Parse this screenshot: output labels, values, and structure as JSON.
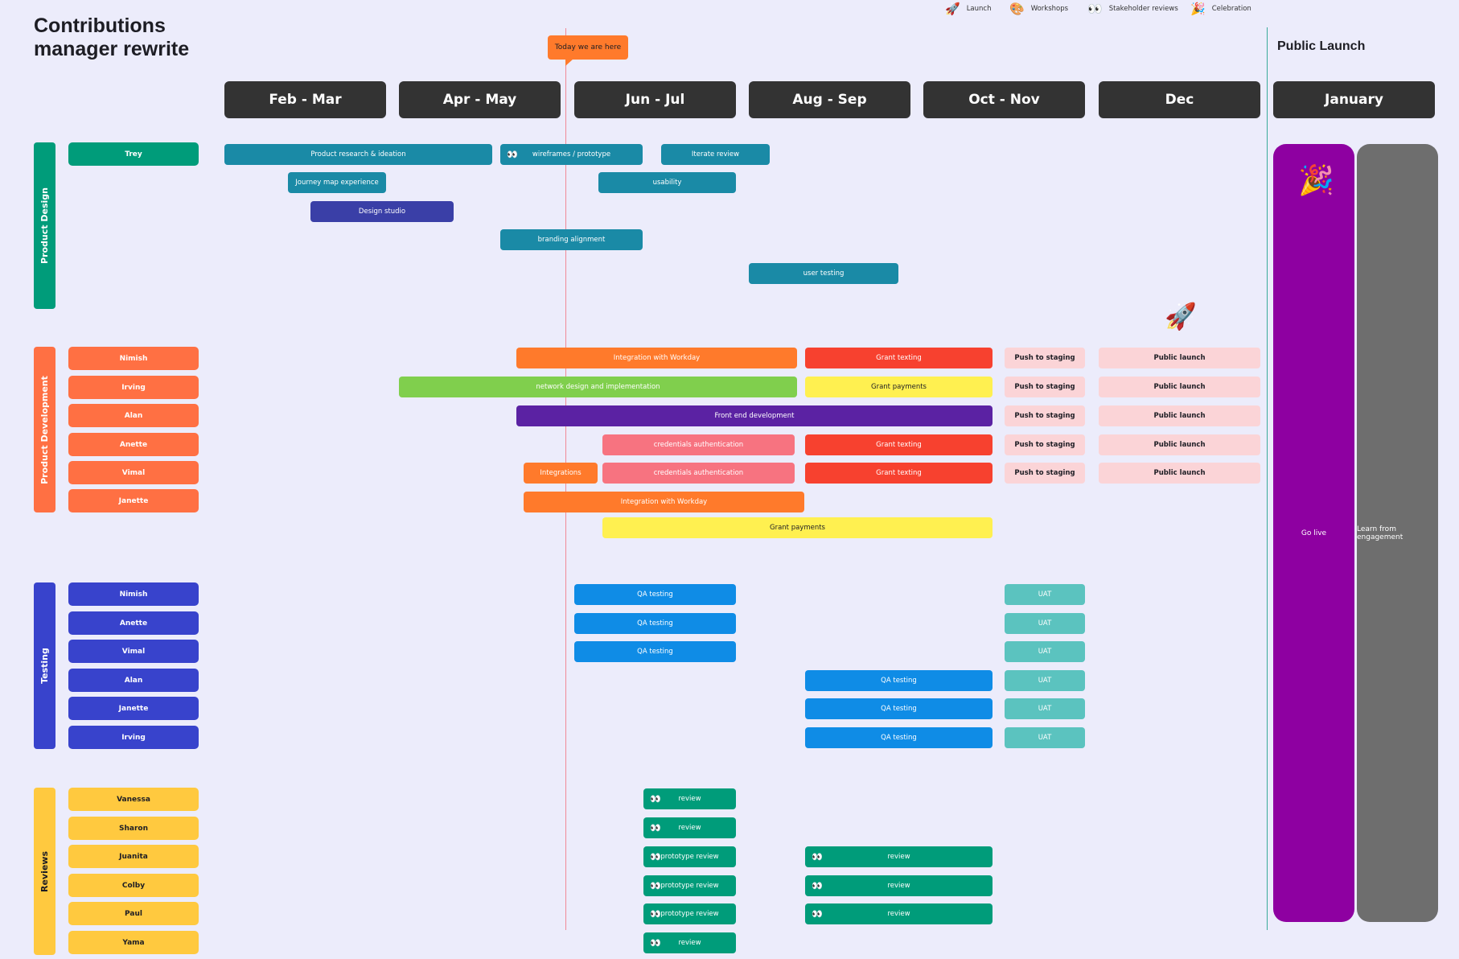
{
  "title_line1": "Contributions",
  "title_line2": "manager rewrite",
  "today_label": "Today we are here",
  "public_launch": "Public Launch",
  "colors": {
    "teal": "#1a8aa6",
    "indigo": "#3a3fa7",
    "orange": "#ff7a2b",
    "red": "#f7412f",
    "green": "#80cf4d",
    "purple": "#5b22a3",
    "pink": "#f77380",
    "yellow": "#fff050",
    "light_pink": "#fbd4d7",
    "blue": "#0f8ce6",
    "mint": "#5bc3bf",
    "green_review": "#009c7a",
    "launch_purple": "#8e00a1",
    "grey": "#6e6e6e"
  },
  "legend": [
    {
      "icon": "rocket-icon",
      "label": "Launch"
    },
    {
      "icon": "palette-icon",
      "label": "Workshops"
    },
    {
      "icon": "eyes-icon",
      "label": "Stakeholder reviews"
    },
    {
      "icon": "party-popper-icon",
      "label": "Celebration"
    }
  ],
  "months": [
    "Feb - Mar",
    "Apr - May",
    "Jun - Jul",
    "Aug - Sep",
    "Oct - Nov",
    "Dec",
    "January"
  ],
  "lanes": {
    "design": "Product Design",
    "development": "Product Development",
    "testing": "Testing",
    "reviews": "Reviews"
  },
  "people": {
    "design": [
      "Trey"
    ],
    "development": [
      "Nimish",
      "Irving",
      "Alan",
      "Anette",
      "Vimal",
      "Janette"
    ],
    "testing": [
      "Nimish",
      "Anette",
      "Vimal",
      "Alan",
      "Janette",
      "Irving"
    ],
    "reviews": [
      "Vanessa",
      "Sharon",
      "Juanita",
      "Colby",
      "Paul",
      "Yama"
    ]
  },
  "tasks": {
    "design": [
      "Product research & ideation",
      "wireframes / prototype",
      "Iterate review",
      "Journey map experience",
      "usability",
      "Design studio",
      "branding alignment",
      "user testing"
    ],
    "development": [
      "Integration with Workday",
      "Grant texting",
      "Push to staging",
      "Public launch",
      "network design and implementation",
      "Grant payments",
      "Front end development",
      "credentials authentication",
      "Integrations"
    ],
    "testing": [
      "QA testing",
      "UAT"
    ],
    "reviews": [
      "review",
      "prototype review"
    ]
  },
  "go_live": "Go live",
  "learn": "Learn from engagement"
}
